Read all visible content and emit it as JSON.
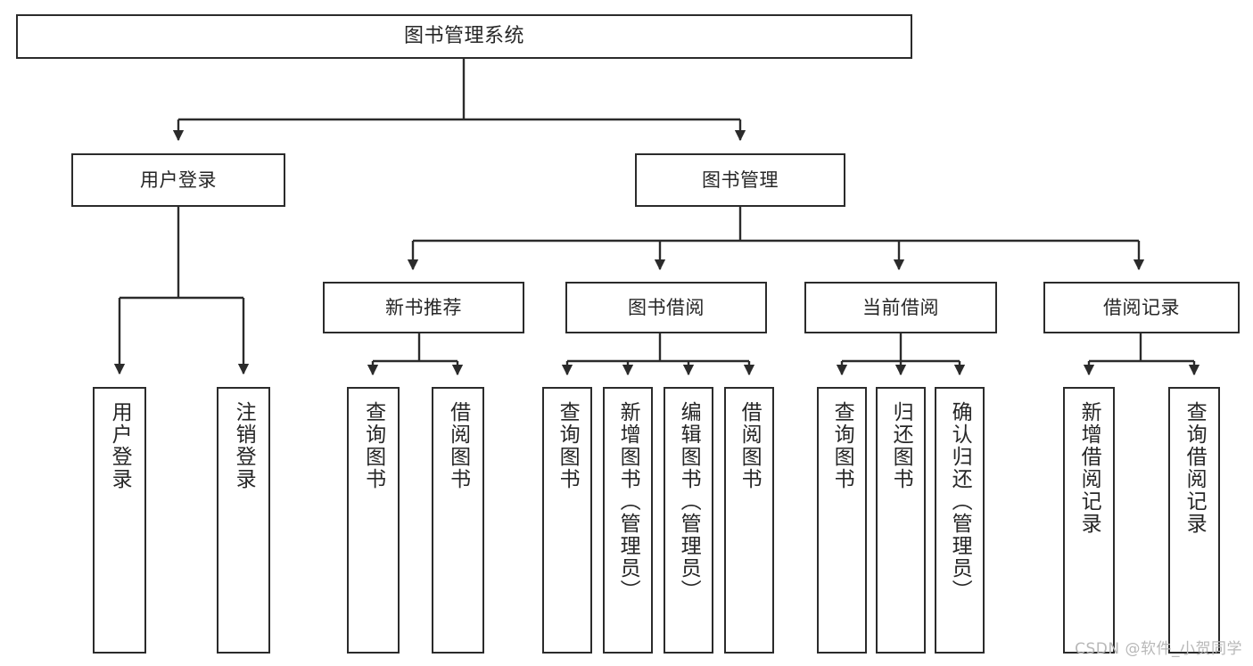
{
  "diagram": {
    "title": "图书管理系统",
    "type": "tree",
    "line_color": "#2b2b2b",
    "box_fill": "#ffffff",
    "text_color": "#262626",
    "watermark": "CSDN @软件_小贺同学",
    "watermark_color": "#b8b8b8"
  },
  "nodes": {
    "root": {
      "label": "图书管理系统"
    },
    "level2": [
      {
        "id": "user-login",
        "label": "用户登录"
      },
      {
        "id": "book-manage",
        "label": "图书管理"
      }
    ],
    "level3": [
      {
        "id": "new-book-rec",
        "label": "新书推荐"
      },
      {
        "id": "book-borrow",
        "label": "图书借阅"
      },
      {
        "id": "current-borrow",
        "label": "当前借阅"
      },
      {
        "id": "borrow-record",
        "label": "借阅记录"
      }
    ],
    "leaves": {
      "user-login": [
        {
          "id": "leaf-user-login",
          "label": "用户登录"
        },
        {
          "id": "leaf-logout-login",
          "label": "注销登录"
        }
      ],
      "new-book-rec": [
        {
          "id": "leaf-query-book-1",
          "label": "查询图书"
        },
        {
          "id": "leaf-borrow-book-1",
          "label": "借阅图书"
        }
      ],
      "book-borrow": [
        {
          "id": "leaf-query-book-2",
          "label": "查询图书"
        },
        {
          "id": "leaf-add-book",
          "label": "新增图书（管理员）"
        },
        {
          "id": "leaf-edit-book",
          "label": "编辑图书（管理员）"
        },
        {
          "id": "leaf-borrow-book-2",
          "label": "借阅图书"
        }
      ],
      "current-borrow": [
        {
          "id": "leaf-query-book-3",
          "label": "查询图书"
        },
        {
          "id": "leaf-return-book",
          "label": "归还图书"
        },
        {
          "id": "leaf-confirm-return",
          "label": "确认归还（管理员）"
        }
      ],
      "borrow-record": [
        {
          "id": "leaf-add-record",
          "label": "新增借阅记录"
        },
        {
          "id": "leaf-query-record",
          "label": "查询借阅记录"
        }
      ]
    }
  }
}
